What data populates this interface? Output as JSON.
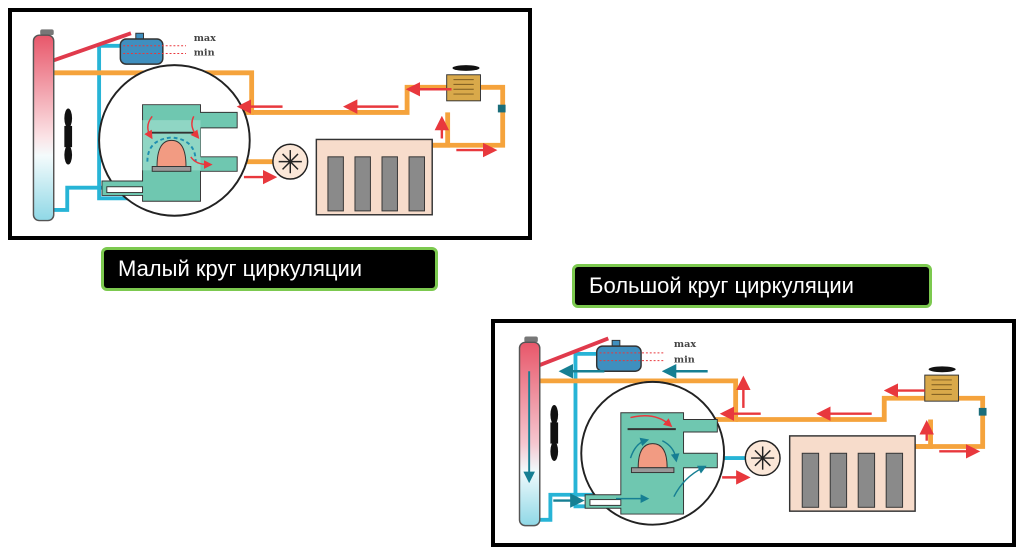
{
  "captions": {
    "small_circuit": "Малый круг циркуляции",
    "large_circuit": "Большой круг циркуляции"
  },
  "tank_levels": {
    "max": "max",
    "min": "min"
  },
  "colors": {
    "hot_pipe": "#f5a33c",
    "cold_pipe": "#27b4d6",
    "radiator_top": "#e8576a",
    "radiator_bottom": "#8fd8e6",
    "tank": "#3f8fbf",
    "thermostat_body": "#6fc7b0",
    "engine_block": "#f7dccb",
    "flow_arrow_hot": "#e8383d",
    "flow_arrow_cold": "#167f93",
    "caption_border": "#7cc94f",
    "caption_bg": "#000000"
  },
  "panels": [
    {
      "id": "small",
      "mode": "thermostat-closed"
    },
    {
      "id": "large",
      "mode": "thermostat-open"
    }
  ]
}
